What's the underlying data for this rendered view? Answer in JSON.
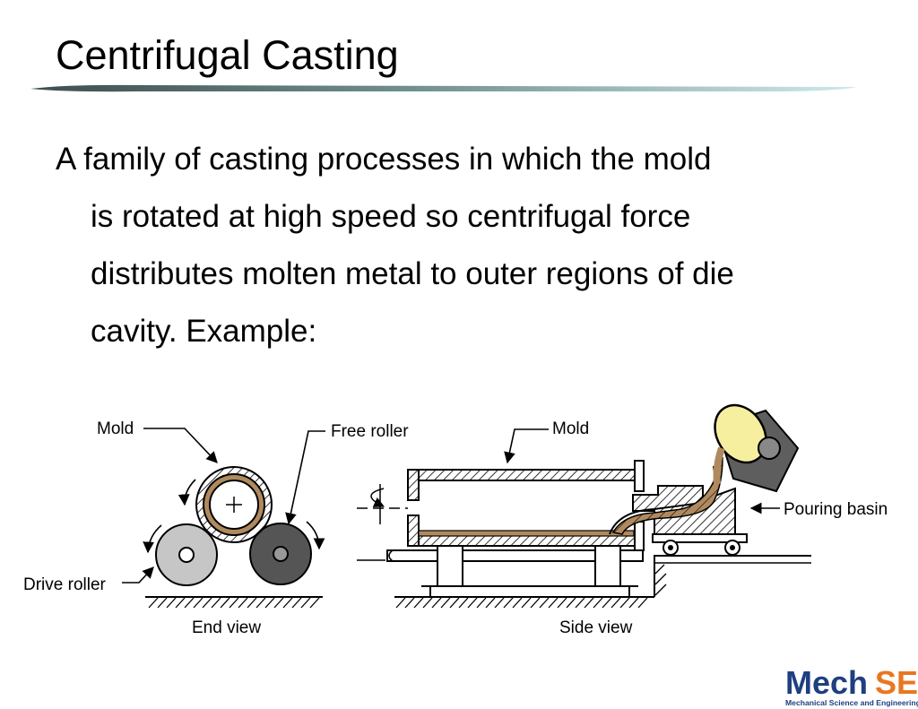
{
  "slide": {
    "title": "Centrifugal Casting",
    "body_lines": [
      "A family of casting processes in which the mold",
      "is rotated at high speed so centrifugal force",
      "distributes molten metal to outer regions of die",
      "cavity.  Example:"
    ]
  },
  "figure": {
    "labels": {
      "mold_end": "Mold",
      "free_roller": "Free roller",
      "drive_roller": "Drive roller",
      "mold_side": "Mold",
      "pouring_basin": "Pouring basin",
      "end_view": "End view",
      "side_view": "Side view"
    }
  },
  "logo": {
    "brand_left": "Mech",
    "brand_right": "SE",
    "subtitle": "Mechanical Science and Engineering"
  },
  "colors": {
    "metal": "#B08A5E",
    "free_roller": "#E2E2E2",
    "drive_roller": "#C6C6C6",
    "dark_roller": "#555555",
    "ladle": "#5E5E5E",
    "ladle_inner": "#F6EFA0",
    "logo_blue": "#1E3F80",
    "logo_orange": "#E87722"
  }
}
